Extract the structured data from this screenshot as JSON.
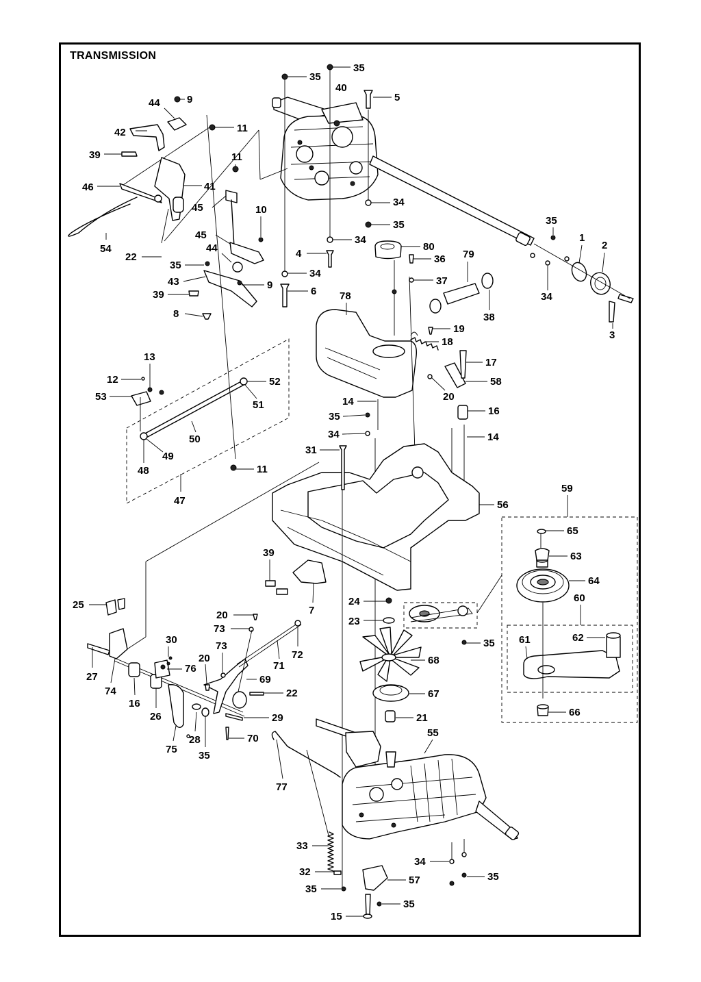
{
  "title": "TRANSMISSION",
  "callouts": [
    {
      "id": "c35a",
      "text": "35"
    },
    {
      "id": "c35b",
      "text": "35"
    },
    {
      "id": "c40",
      "text": "40"
    },
    {
      "id": "c5",
      "text": "5"
    },
    {
      "id": "c9a",
      "text": "9"
    },
    {
      "id": "c44a",
      "text": "44"
    },
    {
      "id": "c11a",
      "text": "11"
    },
    {
      "id": "c42",
      "text": "42"
    },
    {
      "id": "c39a",
      "text": "39"
    },
    {
      "id": "c11b",
      "text": "11"
    },
    {
      "id": "c46",
      "text": "46"
    },
    {
      "id": "c41",
      "text": "41"
    },
    {
      "id": "c45a",
      "text": "45"
    },
    {
      "id": "c34a",
      "text": "34"
    },
    {
      "id": "c10",
      "text": "10"
    },
    {
      "id": "c35c",
      "text": "35"
    },
    {
      "id": "c35d",
      "text": "35"
    },
    {
      "id": "c54",
      "text": "54"
    },
    {
      "id": "c45b",
      "text": "45"
    },
    {
      "id": "c34b",
      "text": "34"
    },
    {
      "id": "c80",
      "text": "80"
    },
    {
      "id": "c1",
      "text": "1"
    },
    {
      "id": "c2",
      "text": "2"
    },
    {
      "id": "c22a",
      "text": "22"
    },
    {
      "id": "c44b",
      "text": "44"
    },
    {
      "id": "c4",
      "text": "4"
    },
    {
      "id": "c36",
      "text": "36"
    },
    {
      "id": "c79",
      "text": "79"
    },
    {
      "id": "c35e",
      "text": "35"
    },
    {
      "id": "c34c",
      "text": "34"
    },
    {
      "id": "c43",
      "text": "43"
    },
    {
      "id": "c9b",
      "text": "9"
    },
    {
      "id": "c37",
      "text": "37"
    },
    {
      "id": "c34d",
      "text": "34"
    },
    {
      "id": "c39b",
      "text": "39"
    },
    {
      "id": "c6",
      "text": "6"
    },
    {
      "id": "c78",
      "text": "78"
    },
    {
      "id": "c38",
      "text": "38"
    },
    {
      "id": "c3",
      "text": "3"
    },
    {
      "id": "c8",
      "text": "8"
    },
    {
      "id": "c19",
      "text": "19"
    },
    {
      "id": "c18",
      "text": "18"
    },
    {
      "id": "c13",
      "text": "13"
    },
    {
      "id": "c17",
      "text": "17"
    },
    {
      "id": "c12",
      "text": "12"
    },
    {
      "id": "c52",
      "text": "52"
    },
    {
      "id": "c58",
      "text": "58"
    },
    {
      "id": "c53",
      "text": "53"
    },
    {
      "id": "c20a",
      "text": "20"
    },
    {
      "id": "c51",
      "text": "51"
    },
    {
      "id": "c14a",
      "text": "14"
    },
    {
      "id": "c16a",
      "text": "16"
    },
    {
      "id": "c35f",
      "text": "35"
    },
    {
      "id": "c34e",
      "text": "34"
    },
    {
      "id": "c14b",
      "text": "14"
    },
    {
      "id": "c50",
      "text": "50"
    },
    {
      "id": "c49",
      "text": "49"
    },
    {
      "id": "c31",
      "text": "31"
    },
    {
      "id": "c48",
      "text": "48"
    },
    {
      "id": "c11c",
      "text": "11"
    },
    {
      "id": "c59",
      "text": "59"
    },
    {
      "id": "c47",
      "text": "47"
    },
    {
      "id": "c56",
      "text": "56"
    },
    {
      "id": "c65",
      "text": "65"
    },
    {
      "id": "c39c",
      "text": "39"
    },
    {
      "id": "c63",
      "text": "63"
    },
    {
      "id": "c64",
      "text": "64"
    },
    {
      "id": "c60",
      "text": "60"
    },
    {
      "id": "c25",
      "text": "25"
    },
    {
      "id": "c24",
      "text": "24"
    },
    {
      "id": "c7",
      "text": "7"
    },
    {
      "id": "c20b",
      "text": "20"
    },
    {
      "id": "c23",
      "text": "23"
    },
    {
      "id": "c73a",
      "text": "73"
    },
    {
      "id": "c30",
      "text": "30"
    },
    {
      "id": "c35g",
      "text": "35"
    },
    {
      "id": "c62",
      "text": "62"
    },
    {
      "id": "c61",
      "text": "61"
    },
    {
      "id": "c27",
      "text": "27"
    },
    {
      "id": "c73b",
      "text": "73"
    },
    {
      "id": "c72",
      "text": "72"
    },
    {
      "id": "c20c",
      "text": "20"
    },
    {
      "id": "c76",
      "text": "76"
    },
    {
      "id": "c71",
      "text": "71"
    },
    {
      "id": "c68",
      "text": "68"
    },
    {
      "id": "c74",
      "text": "74"
    },
    {
      "id": "c69",
      "text": "69"
    },
    {
      "id": "c16b",
      "text": "16"
    },
    {
      "id": "c22b",
      "text": "22"
    },
    {
      "id": "c67",
      "text": "67"
    },
    {
      "id": "c26",
      "text": "26"
    },
    {
      "id": "c29",
      "text": "29"
    },
    {
      "id": "c66",
      "text": "66"
    },
    {
      "id": "c21",
      "text": "21"
    },
    {
      "id": "c70",
      "text": "70"
    },
    {
      "id": "c28",
      "text": "28"
    },
    {
      "id": "c75",
      "text": "75"
    },
    {
      "id": "c55",
      "text": "55"
    },
    {
      "id": "c35h",
      "text": "35"
    },
    {
      "id": "c77",
      "text": "77"
    },
    {
      "id": "c33",
      "text": "33"
    },
    {
      "id": "c34f",
      "text": "34"
    },
    {
      "id": "c32",
      "text": "32"
    },
    {
      "id": "c57",
      "text": "57"
    },
    {
      "id": "c35i",
      "text": "35"
    },
    {
      "id": "c35j",
      "text": "35"
    },
    {
      "id": "c35k",
      "text": "35"
    },
    {
      "id": "c15",
      "text": "15"
    }
  ]
}
